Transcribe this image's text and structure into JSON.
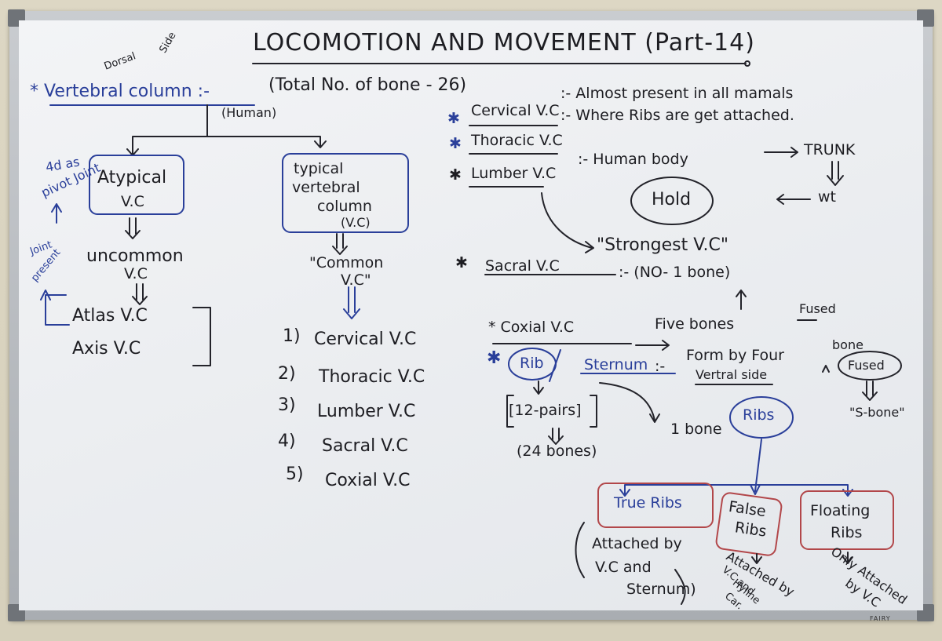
{
  "board": {
    "title": "LOCOMOTION AND MOVEMENT (Part-14)",
    "dorsal_note": {
      "line1": "Dorsal",
      "line2": "Side"
    },
    "heading": "* Vertebral column :-",
    "total": "(Total No. of bone - 26)",
    "human": "(Human)",
    "side_note": {
      "line1": "4d as",
      "line2": "pivot Joint"
    },
    "joint_note": {
      "line1": "Joint",
      "line2": "present"
    },
    "atypical": {
      "line1": "Atypical",
      "line2": "V.C"
    },
    "uncommon": {
      "line1": "uncommon",
      "line2": "V.C"
    },
    "atlas": "Atlas V.C",
    "axis": "Axis V.C",
    "typical": {
      "line1": "typical",
      "line2": "vertebral",
      "line3": "column",
      "line4": "(V.C)"
    },
    "common": {
      "line1": "\"Common",
      "line2": "V.C\""
    },
    "typical_list": [
      {
        "num": "1)",
        "text": "Cervical V.C"
      },
      {
        "num": "2)",
        "text": "Thoracic V.C"
      },
      {
        "num": "3)",
        "text": "Lumber V.C"
      },
      {
        "num": "4)",
        "text": "Sacral V.C"
      },
      {
        "num": "5)",
        "text": "Coxial V.C"
      }
    ],
    "cervical": {
      "label": "Cervical V.C",
      "desc": ":- Almost present in all mamals"
    },
    "thoracic": {
      "label": "Thoracic V.C",
      "desc": ":- Where Ribs are get attached."
    },
    "lumber": {
      "label": "Lumber V.C",
      "desc": ":- Human body",
      "trunk": "TRUNK",
      "hold": "Hold",
      "wt": "wt",
      "strongest": "\"Strongest V.C\""
    },
    "sacral": {
      "label": "Sacral V.C",
      "desc": ":- (NO- 1 bone)",
      "fused": "Fused"
    },
    "coxial": {
      "label": "* Coxial V.C",
      "five": "Five bones",
      "form": "Form by Four",
      "bone": "bone",
      "fused": "Fused",
      "sbone": "\"S-bone\""
    },
    "rib": {
      "rib": "Rib",
      "sternum": "Sternum",
      "suffix": ":-",
      "ventral": "Vertral side",
      "pairs": "[12-pairs]",
      "bones": "(24 bones)",
      "one_bone": "1 bone",
      "ribs": "Ribs"
    },
    "true_ribs": {
      "label": "True Ribs",
      "line1": "Attached by",
      "line2": "V.C and",
      "line3": "Sternum)"
    },
    "false_ribs": {
      "label1": "False",
      "label2": "Ribs",
      "line1": "Attached by",
      "line2": "V.C and",
      "line3": "Hyline",
      "line4": "Car."
    },
    "floating_ribs": {
      "label1": "Floating",
      "label2": "Ribs",
      "line1": "Only Attached",
      "line2": "by V.C"
    }
  },
  "brand": "FAIRY"
}
